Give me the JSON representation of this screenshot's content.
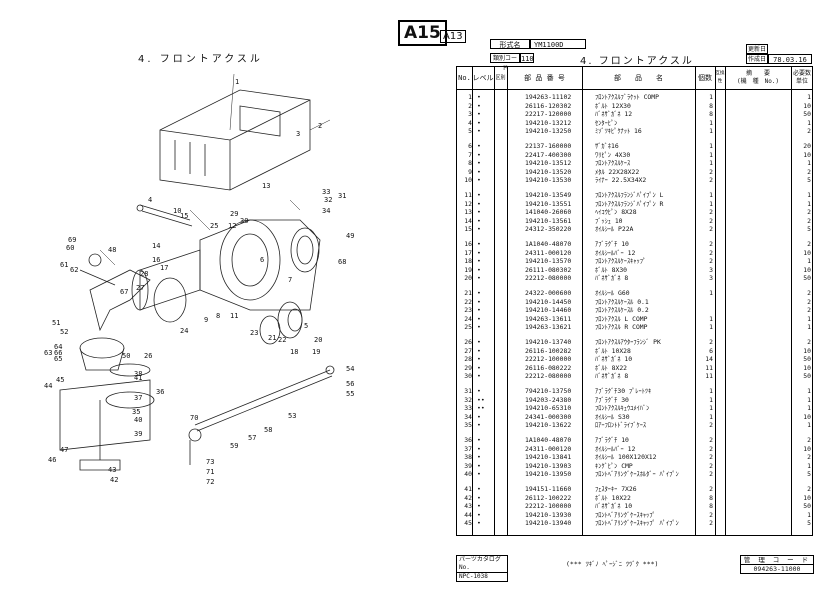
{
  "left_page": {
    "title": "4. フロントアクスル",
    "callouts": [
      "1",
      "2",
      "3",
      "4",
      "5",
      "6",
      "7",
      "8",
      "9",
      "10",
      "11",
      "12",
      "13",
      "14",
      "15",
      "16",
      "17",
      "18",
      "19",
      "20",
      "21",
      "22",
      "23",
      "24",
      "25",
      "26",
      "27",
      "28",
      "29",
      "30",
      "31",
      "32",
      "33",
      "34",
      "35",
      "36",
      "37",
      "38",
      "39",
      "40",
      "41",
      "42",
      "43",
      "44",
      "45",
      "46",
      "47",
      "48",
      "49",
      "50",
      "51",
      "52",
      "53",
      "54",
      "55",
      "56",
      "57",
      "58",
      "59",
      "60",
      "61",
      "62",
      "63",
      "64",
      "65",
      "66",
      "67",
      "68",
      "69",
      "70",
      "71",
      "72",
      "73"
    ]
  },
  "right_page": {
    "page_id": "A15",
    "sub_id": "A13",
    "model_label": "形式名",
    "model_value": "YM1100D",
    "group_code_label": "類別コード",
    "group_code_value": "110",
    "title": "4. フロントアクスル",
    "updated_label": "更新日",
    "created_label": "作成日",
    "created_value": "78.03.16",
    "headers": {
      "no": "No.",
      "level": "レベル",
      "distinction": "区別",
      "part_number": "部 品 番 号",
      "part_name": "部　　品　　名",
      "qty": "個数",
      "interchange": "互換性",
      "remarks": "摘　　要\n(機　種　No.)",
      "required": "必要数単位"
    },
    "rows": [
      {
        "no": "1",
        "lv": "•",
        "pn": "194263-11102",
        "name": "ﾌﾛﾝﾄｱｸｽﾙﾌﾞﾗｹｯﾄ COMP",
        "qty": "1",
        "req": "1"
      },
      {
        "no": "2",
        "lv": "•",
        "pn": "26116-120302",
        "name": "ﾎﾞﾙﾄ 12X30",
        "qty": "8",
        "req": "10"
      },
      {
        "no": "3",
        "lv": "•",
        "pn": "22217-120000",
        "name": "ﾊﾞﾈｻﾞｶﾞﾈ 12",
        "qty": "8",
        "req": "50"
      },
      {
        "no": "4",
        "lv": "•",
        "pn": "194210-13212",
        "name": "ｾﾝﾀｰﾋﾟﾝ",
        "qty": "1",
        "req": "1"
      },
      {
        "no": "5",
        "lv": "•",
        "pn": "194210-13250",
        "name": "ﾐｿﾞﾂｷﾋﾟｸﾅｯﾄ 16",
        "qty": "1",
        "req": "2"
      },
      {
        "no": "6",
        "lv": "•",
        "pn": "22137-160000",
        "name": "ｻﾞｶﾞﾈ16",
        "qty": "1",
        "req": "20"
      },
      {
        "no": "7",
        "lv": "•",
        "pn": "22417-400300",
        "name": "ﾜﾘﾋﾟﾝ 4X30",
        "qty": "1",
        "req": "10"
      },
      {
        "no": "8",
        "lv": "•",
        "pn": "194210-13512",
        "name": "ﾌﾛﾝﾄｱｸｽﾙｹｰｽ",
        "qty": "1",
        "req": "1"
      },
      {
        "no": "9",
        "lv": "•",
        "pn": "194210-13520",
        "name": "ﾒﾀﾙ 22X28X22",
        "qty": "2",
        "req": "2"
      },
      {
        "no": "10",
        "lv": "•",
        "pn": "194210-13530",
        "name": "ﾗｲﾅｰ 22.5X34X2",
        "qty": "2",
        "req": "5"
      },
      {
        "no": "11",
        "lv": "•",
        "pn": "194210-13549",
        "name": "ﾌﾛﾝﾄｱｸｽﾙﾌﾗﾝｼﾞﾊﾟｲﾌﾟﾝ L",
        "qty": "1",
        "req": "1"
      },
      {
        "no": "12",
        "lv": "•",
        "pn": "194210-13551",
        "name": "ﾌﾛﾝﾄｱｸｽﾙﾌﾗﾝｼﾞﾊﾟｲﾌﾟﾝ R",
        "qty": "1",
        "req": "1"
      },
      {
        "no": "13",
        "lv": "•",
        "pn": "141040-26060",
        "name": "ﾍｲｺｳﾋﾟﾝ 8X28",
        "qty": "2",
        "req": "2"
      },
      {
        "no": "14",
        "lv": "•",
        "pn": "194210-13561",
        "name": "ﾌﾞｯｼｭ 10",
        "qty": "2",
        "req": "2"
      },
      {
        "no": "15",
        "lv": "•",
        "pn": "24312-350220",
        "name": "ｵｲﾙｼｰﾙ P22A",
        "qty": "2",
        "req": "5"
      },
      {
        "no": "16",
        "lv": "•",
        "pn": "1A1040-48070",
        "name": "ｱﾌﾞﾗｸﾞﾁ 10",
        "qty": "2",
        "req": "2"
      },
      {
        "no": "17",
        "lv": "•",
        "pn": "24311-000120",
        "name": "ｵｲﾙｼｰﾙﾊﾞｰ 12",
        "qty": "2",
        "req": "10"
      },
      {
        "no": "18",
        "lv": "•",
        "pn": "194210-13570",
        "name": "ﾌﾛﾝﾄｱｸｽﾙｹｰｽｷｬｯﾌﾟ",
        "qty": "2",
        "req": "1"
      },
      {
        "no": "19",
        "lv": "•",
        "pn": "26111-080302",
        "name": "ﾎﾞﾙﾄ 8X30",
        "qty": "3",
        "req": "10"
      },
      {
        "no": "20",
        "lv": "•",
        "pn": "22212-080000",
        "name": "ﾊﾞﾈｻﾞｶﾞﾈ 8",
        "qty": "3",
        "req": "50"
      },
      {
        "no": "21",
        "lv": "•",
        "pn": "24322-000600",
        "name": "ｵｲﾙｼｰﾙ G60",
        "qty": "1",
        "req": "2"
      },
      {
        "no": "22",
        "lv": "•",
        "pn": "194210-14450",
        "name": "ﾌﾛﾝﾄｱｸｽﾙｹｰｽﾙ 0.1",
        "qty": "",
        "req": "2"
      },
      {
        "no": "23",
        "lv": "•",
        "pn": "194210-14460",
        "name": "ﾌﾛﾝﾄｱｸｽﾙｹｰｽﾙ 0.2",
        "qty": "",
        "req": "2"
      },
      {
        "no": "24",
        "lv": "•",
        "pn": "194263-13611",
        "name": "ﾌﾛﾝﾄｱｸｽﾙ L COMP",
        "qty": "1",
        "req": "1"
      },
      {
        "no": "25",
        "lv": "•",
        "pn": "194263-13621",
        "name": "ﾌﾛﾝﾄｱｸｽﾙ R COMP",
        "qty": "1",
        "req": "1"
      },
      {
        "no": "26",
        "lv": "•",
        "pn": "194210-13740",
        "name": "ﾌﾛﾝﾄｱｸｽﾙｱｳﾀｰﾌﾗﾝｼﾞ PK",
        "qty": "2",
        "req": "2"
      },
      {
        "no": "27",
        "lv": "•",
        "pn": "26116-100282",
        "name": "ﾎﾞﾙﾄ 10X28",
        "qty": "6",
        "req": "10"
      },
      {
        "no": "28",
        "lv": "•",
        "pn": "22212-100000",
        "name": "ﾊﾞﾈｻﾞｶﾞﾈ 10",
        "qty": "14",
        "req": "50"
      },
      {
        "no": "29",
        "lv": "•",
        "pn": "26116-080222",
        "name": "ﾎﾞﾙﾄ 8X22",
        "qty": "11",
        "req": "10"
      },
      {
        "no": "30",
        "lv": "•",
        "pn": "22212-080000",
        "name": "ﾊﾞﾈｻﾞｶﾞﾈ 8",
        "qty": "11",
        "req": "50"
      },
      {
        "no": "31",
        "lv": "•",
        "pn": "794210-13750",
        "name": "ｱﾌﾞﾗｸﾞﾁ30 ﾌﾟﾚｰﾄﾂｷ",
        "qty": "1",
        "req": "1"
      },
      {
        "no": "32",
        "lv": "••",
        "pn": "194203-24380",
        "name": "ｱﾌﾞﾗｸﾞﾁ 30",
        "qty": "1",
        "req": "1"
      },
      {
        "no": "33",
        "lv": "••",
        "pn": "194210-65310",
        "name": "ﾌﾛﾝﾄｱｸｽﾙｷｭｳﾕﾒｲﾊﾞﾝ",
        "qty": "1",
        "req": "1"
      },
      {
        "no": "34",
        "lv": "•",
        "pn": "24341-000300",
        "name": "ｵｲﾙｼｰﾙ S30",
        "qty": "1",
        "req": "10"
      },
      {
        "no": "35",
        "lv": "•",
        "pn": "194210-13622",
        "name": "ﾛｱｰﾌﾛﾝﾄﾄﾞﾗｲﾌﾞｹｰｽ",
        "qty": "2",
        "req": "1"
      },
      {
        "no": "36",
        "lv": "•",
        "pn": "1A1040-48070",
        "name": "ｱﾌﾞﾗｸﾞﾁ 10",
        "qty": "2",
        "req": "2"
      },
      {
        "no": "37",
        "lv": "•",
        "pn": "24311-000120",
        "name": "ｵｲﾙｼｰﾙﾊﾞｰ 12",
        "qty": "2",
        "req": "10"
      },
      {
        "no": "38",
        "lv": "•",
        "pn": "194210-13841",
        "name": "ｵｲﾙｼｰﾙ 100X120X12",
        "qty": "2",
        "req": "2"
      },
      {
        "no": "39",
        "lv": "•",
        "pn": "194210-13903",
        "name": "ｷﾝｸﾞﾋﾟﾝ CMP",
        "qty": "2",
        "req": "1"
      },
      {
        "no": "40",
        "lv": "•",
        "pn": "194210-13950",
        "name": "ﾌﾛﾝﾄﾍﾞｱﾘﾝｸﾞｹｰｽﾎﾙﾀﾞｰ ﾊﾟｲﾌﾟﾝ",
        "qty": "2",
        "req": "5"
      },
      {
        "no": "41",
        "lv": "•",
        "pn": "194151-11660",
        "name": "ﾌｪｽﾀｰｷｰ 7X26",
        "qty": "2",
        "req": "2"
      },
      {
        "no": "42",
        "lv": "•",
        "pn": "26112-100222",
        "name": "ﾎﾞﾙﾄ 10X22",
        "qty": "8",
        "req": "10"
      },
      {
        "no": "43",
        "lv": "•",
        "pn": "22212-100000",
        "name": "ﾊﾞﾈｻﾞｶﾞﾈ 10",
        "qty": "8",
        "req": "50"
      },
      {
        "no": "44",
        "lv": "•",
        "pn": "194210-13930",
        "name": "ﾌﾛﾝﾄﾍﾞｱﾘﾝｸﾞｹｰｽｷｬｯﾌﾟ",
        "qty": "2",
        "req": "1"
      },
      {
        "no": "45",
        "lv": "•",
        "pn": "194210-13940",
        "name": "ﾌﾛﾝﾄﾍﾞｱﾘﾝｸﾞｹｰｽｷｬｯﾌﾟ ﾊﾟｲﾌﾟﾝ",
        "qty": "2",
        "req": "5"
      }
    ],
    "footer": {
      "catalog_label": "パーツカタログNo.",
      "catalog_value": "NPC-1038",
      "note": "(*** ﾂｷﾞﾉ ﾍﾟｰｼﾞﾆ ﾂﾂﾞｸ ***)",
      "control_code_label": "管 理 コ ー ド",
      "control_code_value": "094263-11000"
    }
  }
}
